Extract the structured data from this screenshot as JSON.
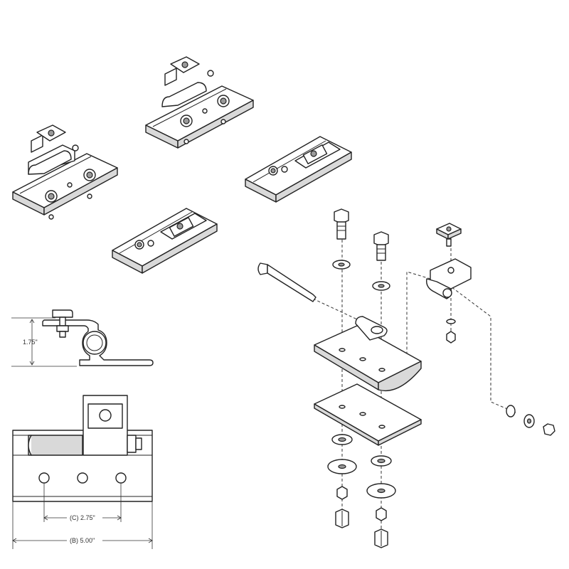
{
  "dimensions": {
    "height_label": "1.75\"",
    "hole_spacing_label": "(C) 2.75\"",
    "overall_length_label": "(B) 5.00\""
  },
  "colors": {
    "line": "#222222",
    "fill": "#ffffff",
    "shade": "#d9d9d9"
  }
}
